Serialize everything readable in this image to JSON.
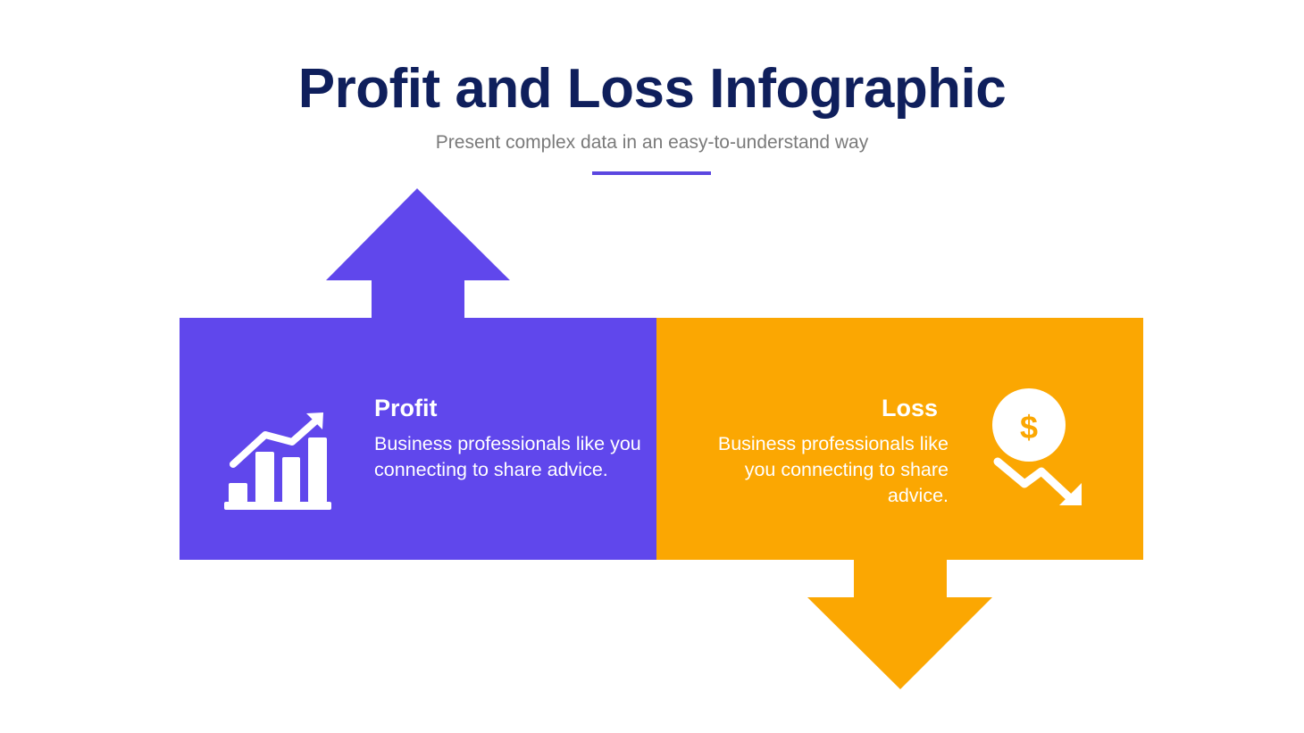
{
  "header": {
    "title": "Profit and Loss Infographic",
    "subtitle": "Present complex data in an easy-to-understand way"
  },
  "colors": {
    "title": "#0f1f5c",
    "subtitle": "#7a7a7a",
    "accent": "#5b47e0",
    "profit": "#6047ec",
    "loss": "#fba702",
    "icon": "#ffffff"
  },
  "panels": [
    {
      "id": "profit",
      "title": "Profit",
      "body": "Business professionals like you connecting to share advice.",
      "icon": "bar-chart-trend-up-icon",
      "arrow": "up"
    },
    {
      "id": "loss",
      "title": "Loss",
      "body": "Business professionals like you connecting to share advice.",
      "icon": "dollar-trend-down-icon",
      "icon_symbol": "$",
      "arrow": "down"
    }
  ]
}
